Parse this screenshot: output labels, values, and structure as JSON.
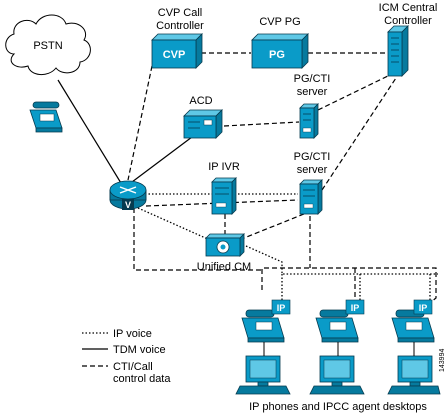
{
  "diagram": {
    "nodes": {
      "pstn": "PSTN",
      "cvp_call_controller": {
        "label_line1": "CVP Call",
        "label_line2": "Controller",
        "badge": "CVP"
      },
      "cvp_pg": {
        "label": "CVP PG",
        "badge": "PG"
      },
      "icm_central_controller": {
        "label_line1": "ICM Central",
        "label_line2": "Controller"
      },
      "acd": "ACD",
      "pg_cti_server_top": {
        "label_line1": "PG/CTI",
        "label_line2": "server"
      },
      "ip_ivr": "IP IVR",
      "pg_cti_server_bottom": {
        "label_line1": "PG/CTI",
        "label_line2": "server"
      },
      "voice_gateway": {
        "badge": "V"
      },
      "unified_cm": "Unified CM",
      "ip_phone_badge": "IP",
      "agents_caption": "IP phones and IPCC agent desktops"
    },
    "legend": {
      "ip_voice": "IP voice",
      "tdm_voice": "TDM voice",
      "cti_line1": "CTI/Call",
      "cti_line2": "control data"
    },
    "figure_id": "143994"
  }
}
